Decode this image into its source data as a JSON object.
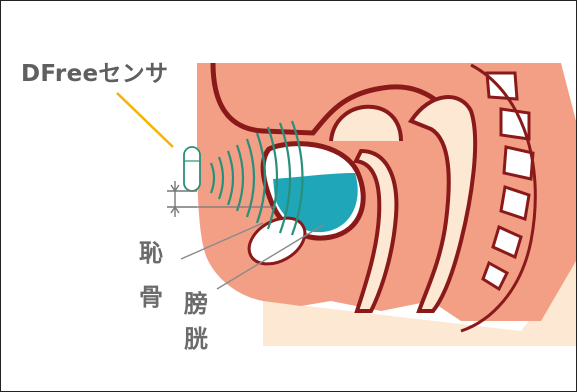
{
  "labels": {
    "sensor": "DFreeセンサ",
    "pubic_bone": [
      "恥",
      "骨"
    ],
    "bladder": [
      "膀",
      "胱"
    ]
  },
  "colors": {
    "tissue": "#f29f86",
    "outline": "#8a1a1a",
    "pelvis_bg": "#fde8d4",
    "urine": "#1fa6b8",
    "wave": "#2a8f7a",
    "sensor_line": "#f5b400",
    "leader": "#8a8a8a",
    "bone": "#ffffff"
  },
  "icons": [
    "ultrasound-wave-icon",
    "sensor-device-icon"
  ]
}
